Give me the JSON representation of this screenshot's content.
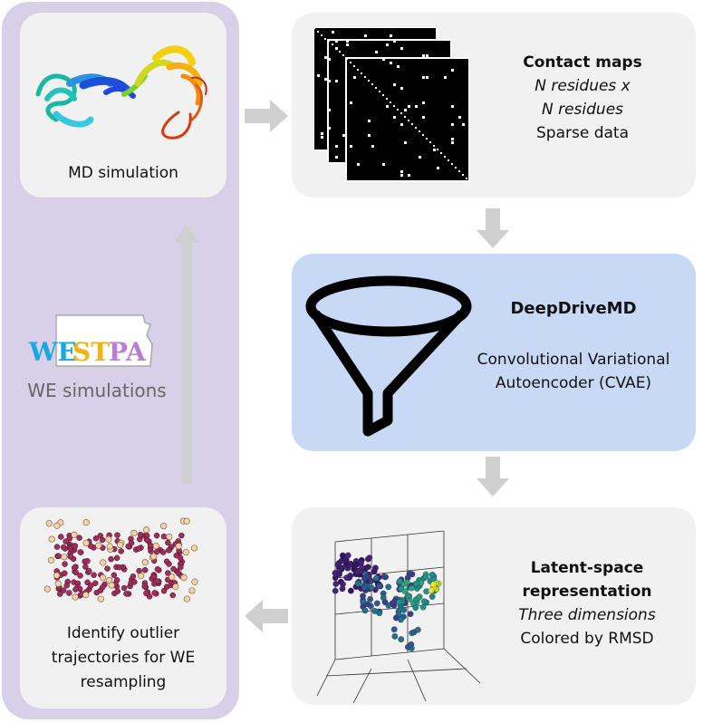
{
  "md_simulation": {
    "label": "MD simulation"
  },
  "contact_maps": {
    "title": "Contact maps",
    "line1": "N residues x",
    "line2": "N residues",
    "line3": "Sparse data"
  },
  "deepdrivemd": {
    "title": "DeepDriveMD",
    "line1": "Convolutional Variational",
    "line2": "Autoencoder (CVAE)"
  },
  "latent_space": {
    "title1": "Latent-space",
    "title2": "representation",
    "line1": "Three dimensions",
    "line2": "Colored by RMSD"
  },
  "outlier": {
    "line1": "Identify outlier",
    "line2": "trajectories for WE",
    "line3": "resampling"
  },
  "westpa": {
    "logo_letters": [
      "WE",
      "ST",
      "PA"
    ],
    "logo_colors": [
      "#1aa7e2",
      "#f2b21a",
      "#b97dd6"
    ],
    "label": "WE simulations"
  },
  "colors": {
    "left_panel": "#d8d0e8",
    "card": "#f1f1f1",
    "ddmd_card": "#c8d9f5",
    "arrow": "#cfcfcf"
  }
}
